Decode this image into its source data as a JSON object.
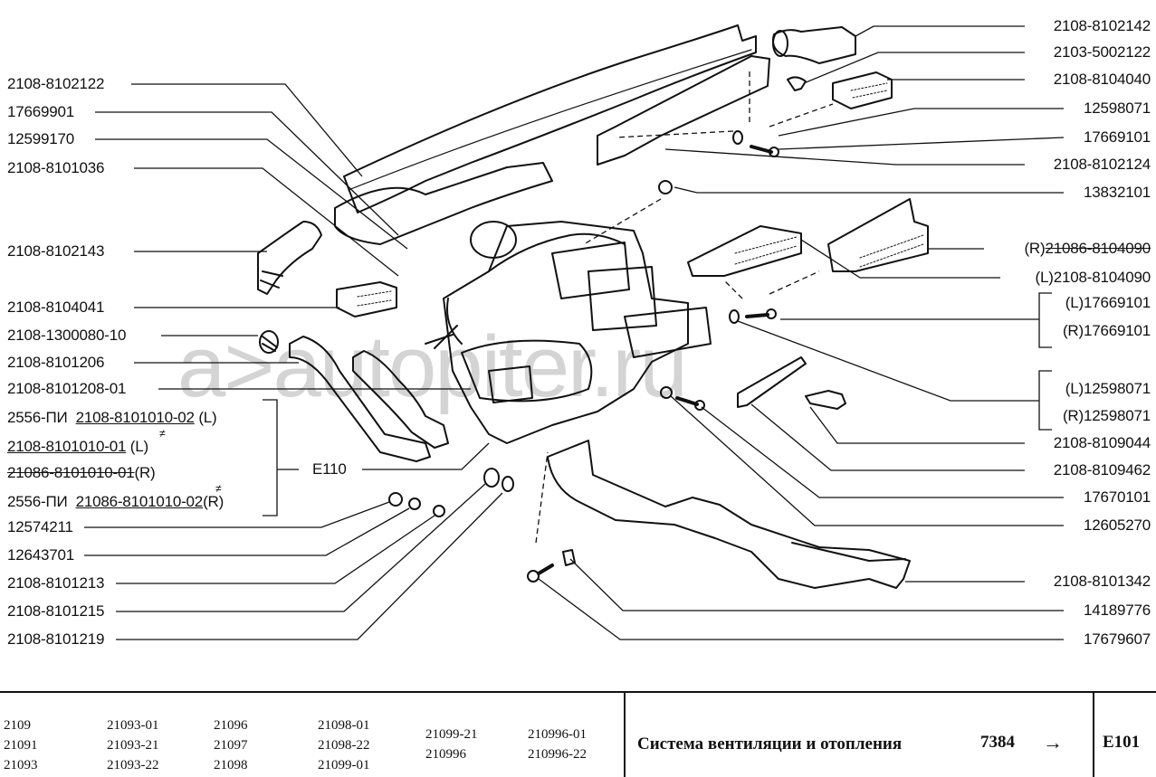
{
  "watermark": "a>autopiter.ru",
  "left_labels": [
    {
      "id": "2108-8102122",
      "text": "2108-8102122"
    },
    {
      "id": "17669901",
      "text": "17669901"
    },
    {
      "id": "12599170",
      "text": "12599170"
    },
    {
      "id": "2108-8101036",
      "text": "2108-8101036"
    },
    {
      "id": "2108-8102143",
      "text": "2108-8102143"
    },
    {
      "id": "2108-8104041",
      "text": "2108-8104041"
    },
    {
      "id": "2108-1300080-10",
      "text": "2108-1300080-10"
    },
    {
      "id": "2108-8101206",
      "text": "2108-8101206"
    },
    {
      "id": "2108-8101208-01",
      "text": "2108-8101208-01"
    },
    {
      "id": "12574211",
      "text": "12574211"
    },
    {
      "id": "12643701",
      "text": "12643701"
    },
    {
      "id": "2108-8101213",
      "text": "2108-8101213"
    },
    {
      "id": "2108-8101215",
      "text": "2108-8101215"
    },
    {
      "id": "2108-8101219",
      "text": "2108-8101219"
    }
  ],
  "heater_group": {
    "row1_prefix": "2556-ПИ",
    "row1_part": "2108-8101010-02",
    "row1_side": "(L)",
    "row2_part": "2108-8101010-01",
    "row2_side": "(L)",
    "row3_part": "21086-8101010-01",
    "row3_side": "(R)",
    "row4_prefix": "2556-ПИ",
    "row4_part": "21086-8101010-02",
    "row4_side": "(R)",
    "assembly": "E110",
    "neq_mark": "≠"
  },
  "right_labels": [
    {
      "id": "2108-8102142",
      "text": "2108-8102142"
    },
    {
      "id": "2103-5002122",
      "text": "2103-5002122"
    },
    {
      "id": "2108-8104040",
      "text": "2108-8104040"
    },
    {
      "id": "12598071",
      "text": "12598071"
    },
    {
      "id": "17669101",
      "text": "17669101"
    },
    {
      "id": "2108-8102124",
      "text": "2108-8102124"
    },
    {
      "id": "13832101",
      "text": "13832101"
    },
    {
      "id": "r-21086-8104090",
      "side": "(R)",
      "text": "21086-8104090"
    },
    {
      "id": "l-2108-8104090",
      "side": "(L)",
      "text": "2108-8104090"
    },
    {
      "id": "l-17669101",
      "side": "(L)",
      "text": "17669101"
    },
    {
      "id": "r-17669101",
      "side": "(R)",
      "text": "17669101"
    },
    {
      "id": "l-12598071",
      "side": "(L)",
      "text": "12598071"
    },
    {
      "id": "r-12598071",
      "side": "(R)",
      "text": "12598071"
    },
    {
      "id": "2108-8109044",
      "text": "2108-8109044"
    },
    {
      "id": "2108-8109462",
      "text": "2108-8109462"
    },
    {
      "id": "17670101",
      "text": "17670101"
    },
    {
      "id": "12605270",
      "text": "12605270"
    },
    {
      "id": "2108-8101342",
      "text": "2108-8101342"
    },
    {
      "id": "14189776",
      "text": "14189776"
    },
    {
      "id": "17679607",
      "text": "17679607"
    }
  ],
  "footer": {
    "models": [
      [
        "2109",
        "21091",
        "21093"
      ],
      [
        "21093-01",
        "21093-21",
        "21093-22"
      ],
      [
        "21096",
        "21097",
        "21098"
      ],
      [
        "21098-01",
        "21098-22",
        "21099-01"
      ],
      [
        "21099-21",
        "210996"
      ],
      [
        "210996-01",
        "210996-22"
      ]
    ],
    "title": "Система вентиляции и отопления",
    "page_ref": "7384",
    "arrow": "→",
    "section_code": "E101"
  }
}
